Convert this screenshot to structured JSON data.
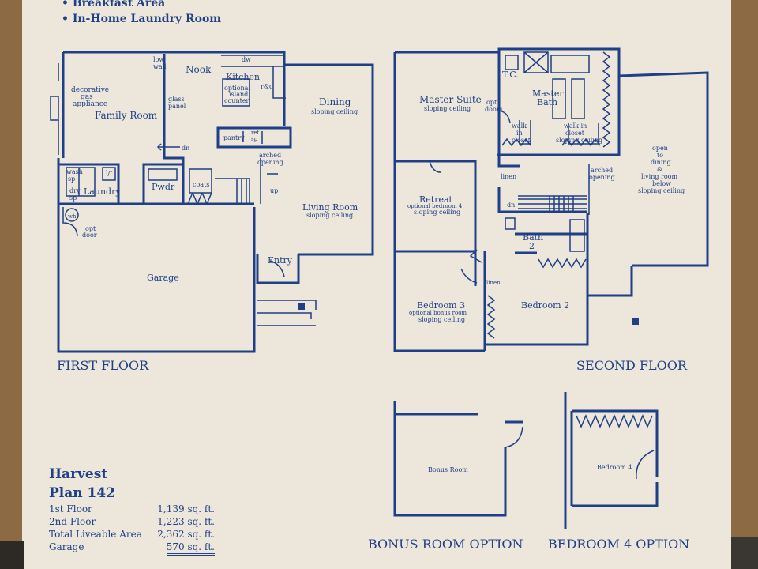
{
  "features": [
    "Breakfast Area",
    "In-Home Laundry Room"
  ],
  "first_floor": {
    "title": "FIRST FLOOR",
    "rooms": {
      "family": "Family Room",
      "fireplace": [
        "decorative",
        "gas",
        "appliance"
      ],
      "nook": "Nook",
      "low_wall": [
        "low",
        "wall"
      ],
      "kitchen": "Kitchen",
      "island": [
        "optional",
        "island",
        "counter"
      ],
      "dw": "dw",
      "rc": "r&c",
      "glass": [
        "glass",
        "panel"
      ],
      "pantry": "pantry",
      "ref": [
        "ref",
        "sp"
      ],
      "dn": "dn",
      "dining": "Dining",
      "dining_sub": "sloping ceiling",
      "arched": [
        "arched",
        "opening"
      ],
      "living": "Living Room",
      "living_sub": "sloping ceiling",
      "wash": [
        "wash",
        "sp"
      ],
      "dry": [
        "dry",
        "sp"
      ],
      "lt": "l/t",
      "laundry": "Laundry",
      "pwdr": "Pwdr",
      "coats": "coats",
      "up": "up",
      "wh": "wh",
      "opt_door": [
        "opt",
        "door"
      ],
      "garage": "Garage",
      "entry": "Entry"
    }
  },
  "second_floor": {
    "title": "SECOND FLOOR",
    "rooms": {
      "master": "Master Suite",
      "master_sub": "sloping ceiling",
      "opt_doors": [
        "opt",
        "doors"
      ],
      "tc": "T.C.",
      "master_bath": [
        "Master",
        "Bath"
      ],
      "walk_in": [
        "walk",
        "in",
        "closet"
      ],
      "walk_in2": [
        "walk in",
        "closet",
        "sloping ceiling"
      ],
      "open_to": [
        "open",
        "to",
        "dining",
        "&",
        "living room",
        "below",
        "sloping ceiling"
      ],
      "retreat": "Retreat",
      "retreat_sub": [
        "optional bedroom 4",
        "sloping ceiling"
      ],
      "linen": "linen",
      "arched": [
        "arched",
        "opening"
      ],
      "dn": "dn",
      "bath2": [
        "Bath",
        "2"
      ],
      "bed3": "Bedroom 3",
      "bed3_sub": [
        "optional bonus room",
        "sloping ceiling"
      ],
      "linen2": "linen",
      "bed2": "Bedroom 2"
    }
  },
  "bonus_option": {
    "title": "BONUS ROOM OPTION",
    "room": "Bonus Room"
  },
  "bedroom4_option": {
    "title": "BEDROOM 4 OPTION",
    "room": "Bedroom 4"
  },
  "plan": {
    "name": "Harvest",
    "number": "Plan 142",
    "rows": [
      {
        "label": "1st Floor",
        "value": "1,139 sq. ft."
      },
      {
        "label": "2nd Floor",
        "value": "1,223 sq. ft."
      },
      {
        "label": "Total Liveable Area",
        "value": "2,362 sq. ft."
      },
      {
        "label": "Garage",
        "value": "570 sq. ft."
      }
    ]
  },
  "colors": {
    "ink": "#1f3f86",
    "paper": "#ece7da",
    "desk": "#8b6a44"
  }
}
